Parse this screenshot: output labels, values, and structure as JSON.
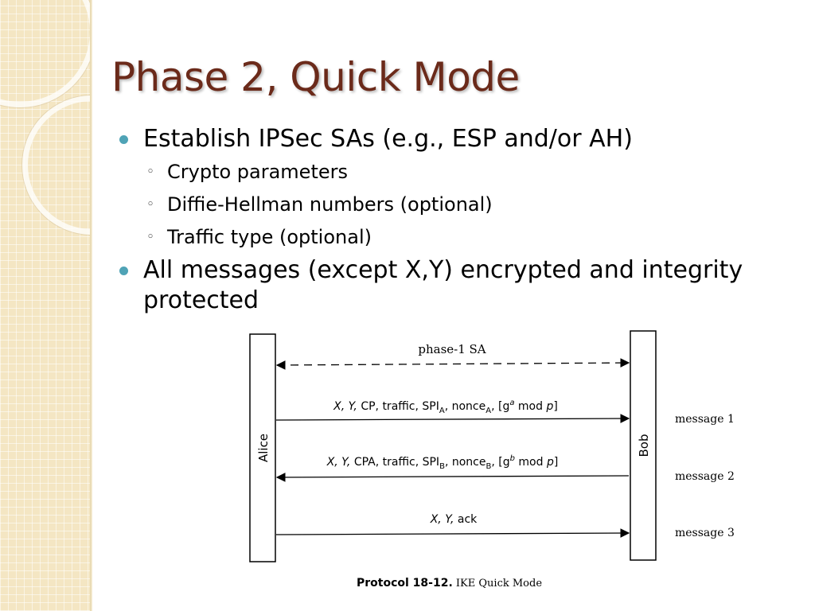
{
  "slide": {
    "title": "Phase 2, Quick Mode",
    "bullets": [
      {
        "text": "Establish IPSec SAs (e.g., ESP and/or AH)",
        "sub": [
          "Crypto parameters",
          "Diffie-Hellman numbers (optional)",
          "Traffic type (optional)"
        ]
      },
      {
        "text": "All messages (except X,Y) encrypted and integrity protected",
        "sub": []
      }
    ]
  },
  "diagram": {
    "left_party": "Alice",
    "right_party": "Bob",
    "phase1_label": "phase-1 SA",
    "messages": [
      {
        "side_label": "message 1",
        "direction": "right"
      },
      {
        "side_label": "message 2",
        "direction": "left"
      },
      {
        "side_label": "message 3",
        "direction": "right"
      }
    ],
    "m1": {
      "prefix": "X, Y,",
      "a": " CP, traffic, SPI",
      "s1": "A",
      "b": ", nonce",
      "s2": "A",
      "c": ", [g",
      "sup": "a",
      "d": " mod ",
      "p": "p",
      "e": "]"
    },
    "m2": {
      "prefix": "X, Y,",
      "a": " CPA, traffic, SPI",
      "s1": "B",
      "b": ", nonce",
      "s2": "B",
      "c": ", [g",
      "sup": "b",
      "d": " mod ",
      "p": "p",
      "e": "]"
    },
    "m3": {
      "prefix": "X, Y,",
      "a": " ack"
    },
    "caption": {
      "bold": "Protocol 18-12.",
      "rest": " IKE Quick Mode"
    }
  }
}
